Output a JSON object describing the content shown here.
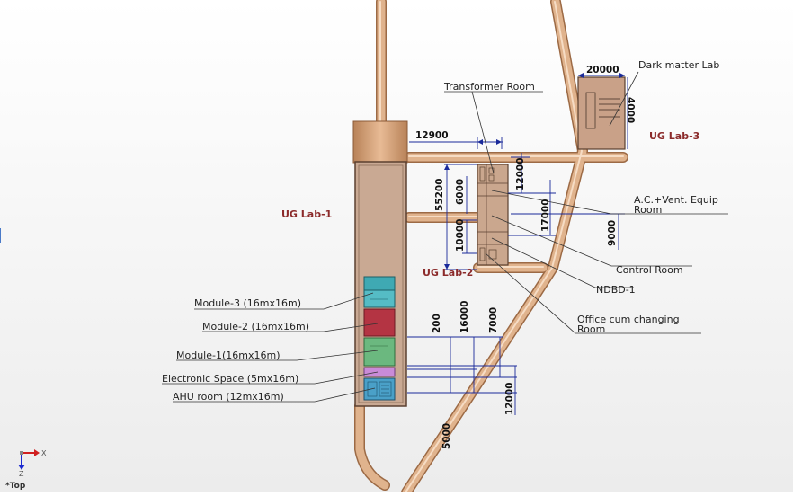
{
  "labs": {
    "lab1": "UG Lab-1",
    "lab2": "UG Lab-2",
    "lab3": "UG Lab-3"
  },
  "callouts": {
    "dark_matter": "Dark matter Lab",
    "transformer": "Transformer Room",
    "ac_line1": "A.C.+Vent. Equip",
    "ac_line2": "Room",
    "control": "Control Room",
    "ndbd": "NDBD-1",
    "office_line1": "Office cum changing",
    "office_line2": "Room",
    "module3": "Module-3 (16mx16m)",
    "module2": "Module-2 (16mx16m)",
    "module1": "Module-1(16mx16m)",
    "electronic": "Electronic Space (5mx16m)",
    "ahu": "AHU room (12mx16m)"
  },
  "dimensions": {
    "d20000": "20000",
    "d4000": "4000",
    "d12900": "12900",
    "d55200": "55200",
    "d6000": "6000",
    "d12000_top": "12000",
    "d17000": "17000",
    "d10000": "10000",
    "d9000": "9000",
    "d200": "200",
    "d16000": "16000",
    "d7000": "7000",
    "d12000_bottom": "12000",
    "d5000": "5000"
  },
  "triad": {
    "view": "*Top",
    "x_axis": "X",
    "z_axis": "Z"
  },
  "colors": {
    "tunnel": "#d9a77f",
    "tunnel_edge": "#9c6a45",
    "cavern_fill": "#c8a68e",
    "module3": "#3fa9b3",
    "module2": "#b43443",
    "module1": "#6bb87f",
    "electronic": "#c98bd8",
    "ahu": "#4aa0c8",
    "dim_line": "#1a2a9a",
    "ug_label": "#8b2a2a"
  }
}
